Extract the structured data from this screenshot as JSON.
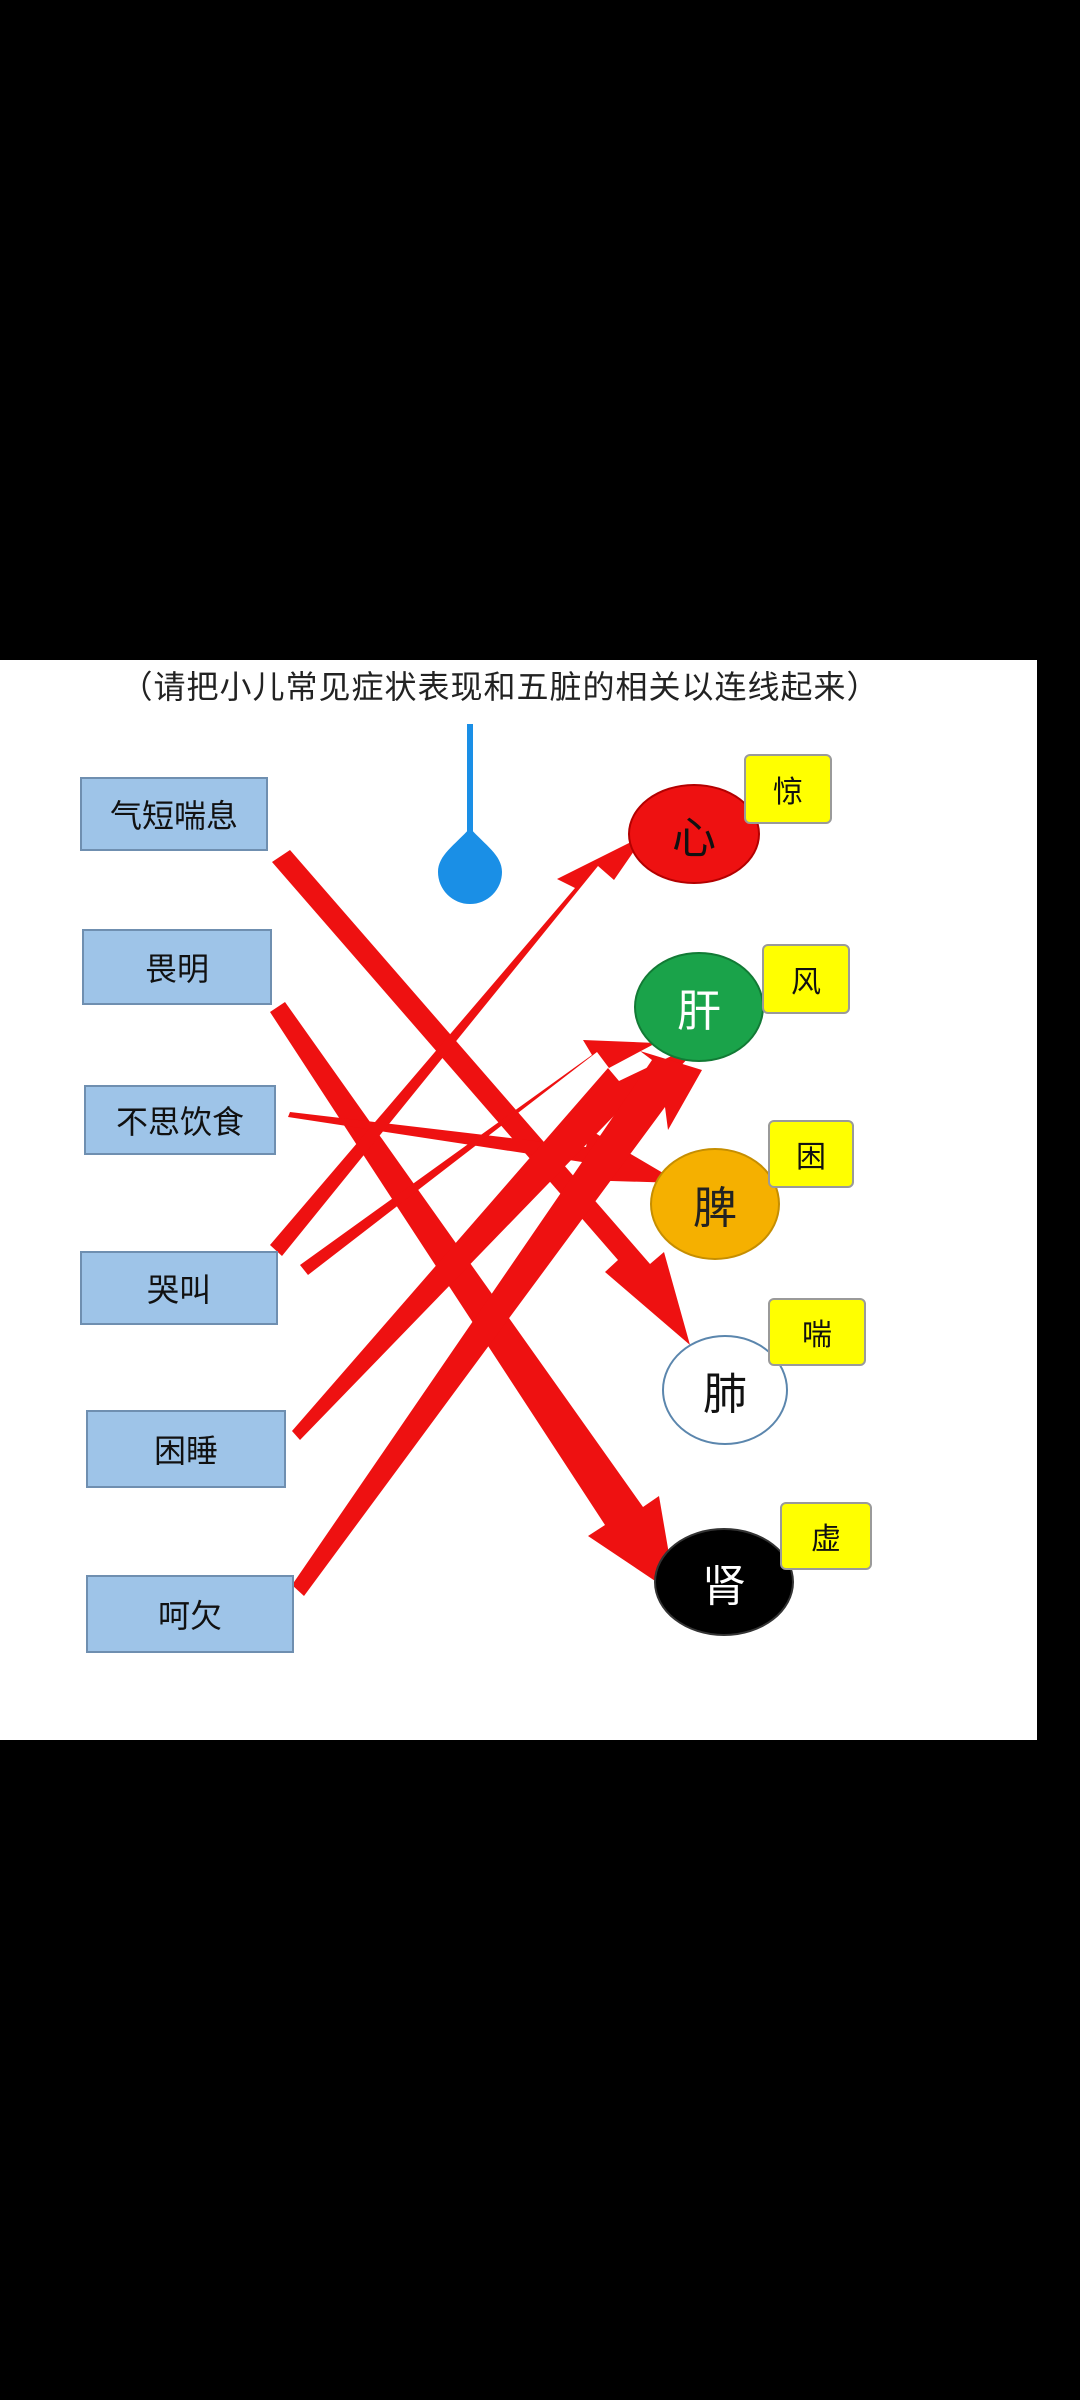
{
  "instruction": "（请把小儿常见症状表现和五脏的相关以连线起来）",
  "symptoms": [
    {
      "label": "气短喘息"
    },
    {
      "label": "畏明"
    },
    {
      "label": "不思饮食"
    },
    {
      "label": "哭叫"
    },
    {
      "label": "困睡"
    },
    {
      "label": "呵欠"
    }
  ],
  "organs": [
    {
      "label": "心",
      "fill": "#ee1111",
      "text_color": "#111111"
    },
    {
      "label": "肝",
      "fill": "#1aa34a",
      "text_color": "#ffffff"
    },
    {
      "label": "脾",
      "fill": "#f5b000",
      "text_color": "#222222"
    },
    {
      "label": "肺",
      "fill": "#ffffff",
      "text_color": "#111111"
    },
    {
      "label": "肾",
      "fill": "#000000",
      "text_color": "#ffffff"
    }
  ],
  "tags": [
    {
      "label": "惊",
      "fill": "#ffff00"
    },
    {
      "label": "风",
      "fill": "#ffff00"
    },
    {
      "label": "困",
      "fill": "#ffff00"
    },
    {
      "label": "喘",
      "fill": "#ffff00"
    },
    {
      "label": "虚",
      "fill": "#ffff00"
    }
  ],
  "colors": {
    "arrow": "#ee1111",
    "pointer": "#1a8fe6",
    "symptom_fill": "#9ec4e8"
  },
  "icons": {
    "pointer": "blue-pin-icon"
  }
}
